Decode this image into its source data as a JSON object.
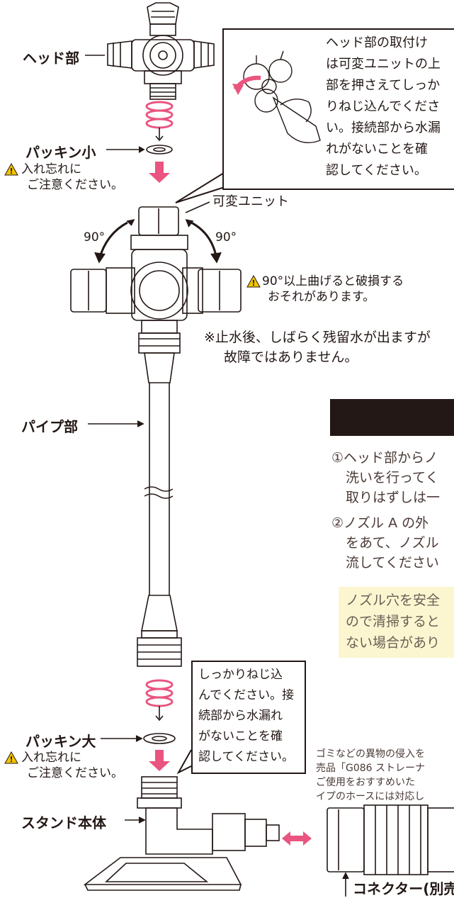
{
  "labels": {
    "head": "ヘッド部",
    "packing_small": "パッキン小",
    "variable_unit": "可変ユニット",
    "pipe": "パイプ部",
    "packing_large": "パッキン大",
    "stand": "スタンド本体",
    "connector": "コネクター(別売"
  },
  "warnings": {
    "small_1": "入れ忘れに",
    "small_2": "ご注意ください。",
    "large_1": "入れ忘れに",
    "large_2": "ご注意ください。",
    "bend_1": "90°以上曲げると破損する",
    "bend_2": "おそれがあります。"
  },
  "angles": {
    "left": "90°",
    "right": "90°"
  },
  "callout_top": {
    "lines": [
      "ヘッド部の取付け",
      "は可変ユニットの上",
      "部を押さえてしっか",
      "りねじ込んでくださ",
      "い。接続部から水漏",
      "れがないことを確",
      "認してください。"
    ]
  },
  "callout_bottom": {
    "lines": [
      "しっかりねじ込",
      "んでください。接",
      "続部から水漏れ",
      "がないことを確",
      "認してください。"
    ]
  },
  "residual_note": {
    "line1": "※止水後、しばらく残留水が出ますが",
    "line2": "故障ではありません。"
  },
  "steps": {
    "s1_1": "①ヘッド部からノ",
    "s1_2": "洗いを行ってく",
    "s1_3": "取りはずしは一",
    "s2_1": "②ノズル A の外",
    "s2_2": "をあて、ノズル",
    "s2_3": "流してください"
  },
  "caution": {
    "l1": "ノズル穴を安全",
    "l2": "ので清掃すると",
    "l3": "ない場合があり"
  },
  "strainer_note": {
    "l1": "ゴミなどの異物の侵入を",
    "l2": "売品「G086 ストレーナ",
    "l3": "ご使用をおすすめいた",
    "l4": "イプのホースには対応し"
  },
  "colors": {
    "accent_pink": "#e9557f",
    "ink": "#231815",
    "warning_yellow": "#f3c400",
    "note_bg": "#fbf6cf"
  }
}
